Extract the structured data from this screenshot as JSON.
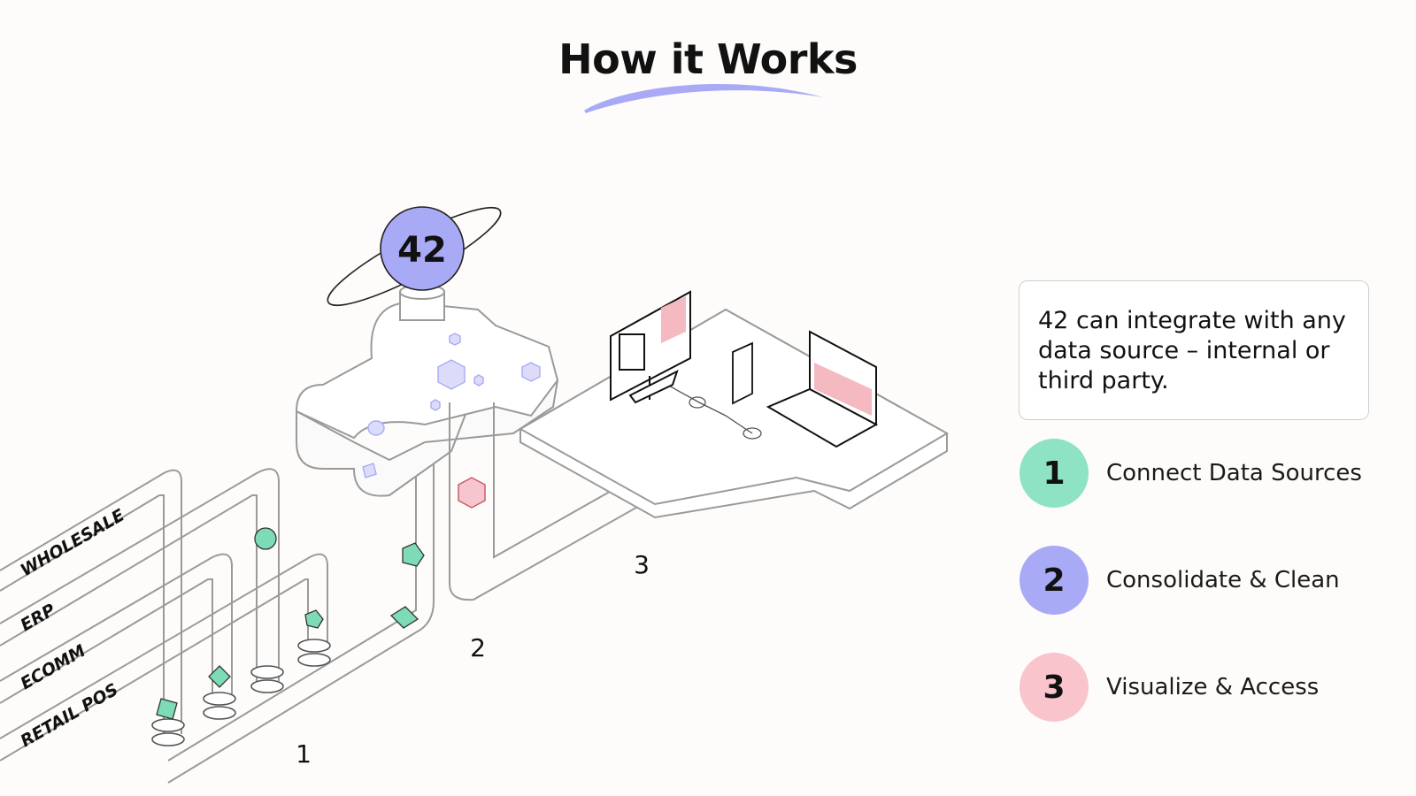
{
  "header": {
    "title": "How it Works"
  },
  "diagram": {
    "hub_label": "42",
    "sources": [
      "WHOLESALE",
      "ERP",
      "ECOMM",
      "RETAIL POS"
    ],
    "stage_numbers": [
      "1",
      "2",
      "3"
    ]
  },
  "info": {
    "text": "42 can integrate with any data source – internal or third party."
  },
  "steps": [
    {
      "number": "1",
      "label": "Connect Data Sources",
      "color": "#8ee3c4"
    },
    {
      "number": "2",
      "label": "Consolidate & Clean",
      "color": "#a8aaf6"
    },
    {
      "number": "3",
      "label": "Visualize & Access",
      "color": "#f9c4cb"
    }
  ],
  "colors": {
    "accent": "#a8aaf6",
    "green": "#7ddcb5",
    "pink": "#f5b9c2",
    "line": "#9a9a9a"
  }
}
